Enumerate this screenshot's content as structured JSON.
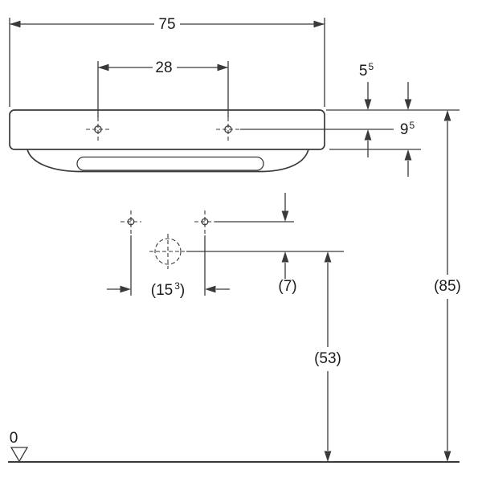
{
  "drawing": {
    "name": "washbasin-dimension-drawing",
    "colors": {
      "line": "#3a3a3a",
      "text": "#1c1c1c",
      "background": "#ffffff"
    },
    "dims": {
      "overall_width": "75",
      "taphole_spacing": "28",
      "edge_to_taphole": {
        "base": "5",
        "sup": "5"
      },
      "rim_height": {
        "base": "9",
        "sup": "5"
      },
      "fixing_spacing": {
        "open": "(15",
        "sup": "3",
        "close": ")"
      },
      "offset": "(7)",
      "outlet_height": "(53)",
      "floor_height": "(85)",
      "datum": "0"
    }
  }
}
